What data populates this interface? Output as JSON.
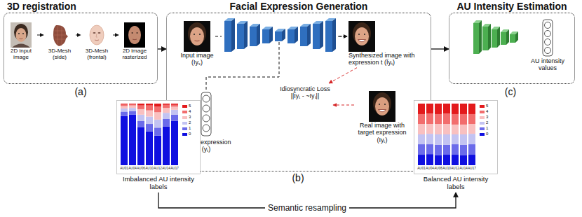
{
  "diagram": {
    "nodes": [
      {
        "text": [
          "3D registration"
        ]
      },
      {
        "text": [
          "2D input image"
        ],
        "in": 0
      },
      {
        "text": [
          "3D-Mesh (side)"
        ],
        "in": 0
      },
      {
        "text": [
          "3D-Mesh (frontal)"
        ],
        "in": 0
      },
      {
        "text": [
          "2D image rasterized"
        ],
        "in": 0
      },
      {
        "text": [
          "Facial Expression Generation"
        ]
      },
      {
        "text": [
          "Input image (Iyₛ)"
        ],
        "in": 5
      },
      {
        "text": [
          "Synthesized image with expression t (Ĩyₜ)"
        ],
        "in": 5
      },
      {
        "text": [
          "Idiosyncratic Loss",
          "||Ĩyₜ - ~Iyₜ||"
        ],
        "in": 5
      },
      {
        "text": [
          "Real image with target expression (Iyₜ)"
        ],
        "in": 5
      },
      {
        "text": [
          "Target expression (yₜ)"
        ],
        "in": 5
      },
      {
        "text": [
          "AU Intensity Estimation"
        ]
      },
      {
        "text": [
          "AU intensity values"
        ],
        "in": 11
      },
      {
        "text": [
          "Imbalanced AU intensity labels"
        ]
      },
      {
        "text": [
          "Balanced AU intensity labels"
        ]
      }
    ],
    "edges": [
      {
        "from": 1,
        "to": 2,
        "arrow": "to"
      },
      {
        "from": 2,
        "to": 3,
        "arrow": "to"
      },
      {
        "from": 3,
        "to": 4,
        "arrow": "to"
      },
      {
        "from": 0,
        "to": 5,
        "arrow": "to"
      },
      {
        "from": 6,
        "to": 7,
        "arrow": "to"
      },
      {
        "from": 10,
        "to": 7,
        "arrow": "to"
      },
      {
        "from": 7,
        "to": 8,
        "arrow": "to"
      },
      {
        "from": 9,
        "to": 8,
        "arrow": "to"
      },
      {
        "from": 5,
        "to": 11,
        "arrow": "to"
      },
      {
        "from": 13,
        "to": 14,
        "label": "Semantic resampling",
        "arrow": "to"
      }
    ],
    "labels": [
      "(a)",
      "AU01",
      "AU04",
      "AU06",
      "AU10",
      "AU12",
      "AU14",
      "AU17",
      "(b)",
      "(c)",
      "AU01",
      "AU04",
      "AU06",
      "AU10",
      "AU12",
      "AU14",
      "AU17"
    ],
    "legend": [
      {
        "text": "5",
        "color": "#e31a1c"
      },
      {
        "text": "4",
        "color": "#f26d6d"
      },
      {
        "text": "3",
        "color": "#f9c0c0"
      },
      {
        "text": "2",
        "color": "#c3c3f2"
      },
      {
        "text": "1",
        "color": "#6b6bea"
      },
      {
        "text": "0",
        "color": "#0f0fe0"
      },
      {
        "text": "5",
        "color": "#e31a1c"
      },
      {
        "text": "4",
        "color": "#f26d6d"
      },
      {
        "text": "3",
        "color": "#f9c0c0"
      },
      {
        "text": "2",
        "color": "#c3c3f2"
      },
      {
        "text": "1",
        "color": "#6b6bea"
      },
      {
        "text": "0",
        "color": "#0f0fe0"
      }
    ]
  }
}
